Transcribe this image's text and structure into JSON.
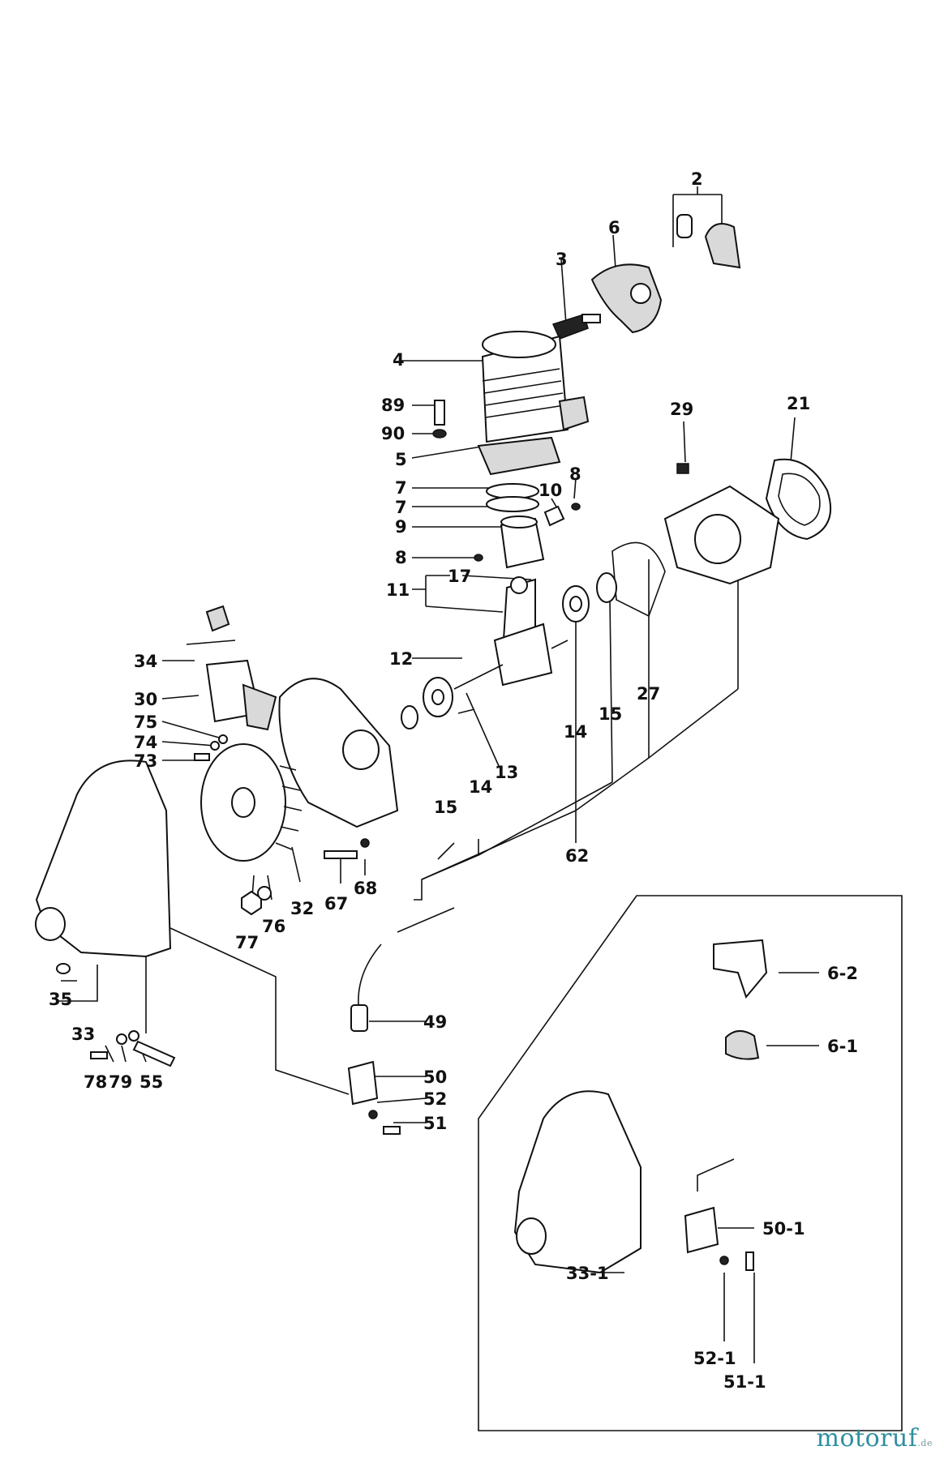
{
  "labels": {
    "l2": "2",
    "l6": "6",
    "l3": "3",
    "l4": "4",
    "l89": "89",
    "l90": "90",
    "l5": "5",
    "l7a": "7",
    "l7b": "7",
    "l9": "9",
    "l8a": "8",
    "l8b": "8",
    "l10": "10",
    "l29": "29",
    "l21": "21",
    "l11": "11",
    "l17": "17",
    "l12": "12",
    "l34": "34",
    "l30": "30",
    "l75": "75",
    "l74": "74",
    "l73": "73",
    "l13": "13",
    "l14a": "14",
    "l14b": "14",
    "l15a": "15",
    "l15b": "15",
    "l27": "27",
    "l62": "62",
    "l67": "67",
    "l68": "68",
    "l32": "32",
    "l76": "76",
    "l77": "77",
    "l35": "35",
    "l33": "33",
    "l78": "78",
    "l79": "79",
    "l55": "55",
    "l49": "49",
    "l50": "50",
    "l52": "52",
    "l51": "51",
    "l6_2": "6-2",
    "l6_1": "6-1",
    "l50_1": "50-1",
    "l33_1": "33-1",
    "l52_1": "52-1",
    "l51_1": "51-1"
  },
  "watermark": {
    "brand": "motoruf",
    "tld": ".de"
  }
}
